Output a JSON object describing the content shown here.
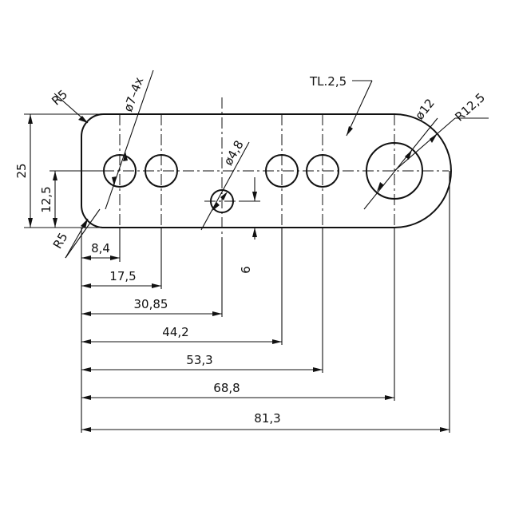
{
  "drawing": {
    "title": "Technical drawing of a perforated flat bar with dimensions"
  },
  "labels": {
    "radius_top_left": "R5",
    "radius_bottom_left": "R5",
    "hole_callout": "ø7–4x",
    "small_hole_callout": "ø4,8",
    "thickness_note": "TL.2,5",
    "large_hole_callout": "ø12",
    "end_radius": "R12,5",
    "overall_height": "25",
    "center_height": "12,5",
    "small_hole_offset": "6"
  },
  "baseline_dims": [
    {
      "key": "d1",
      "text": "8,4"
    },
    {
      "key": "d2",
      "text": "17,5"
    },
    {
      "key": "d3",
      "text": "30,85"
    },
    {
      "key": "d4",
      "text": "44,2"
    },
    {
      "key": "d5",
      "text": "53,3"
    },
    {
      "key": "d6",
      "text": "68,8"
    },
    {
      "key": "d7",
      "text": "81,3"
    }
  ]
}
